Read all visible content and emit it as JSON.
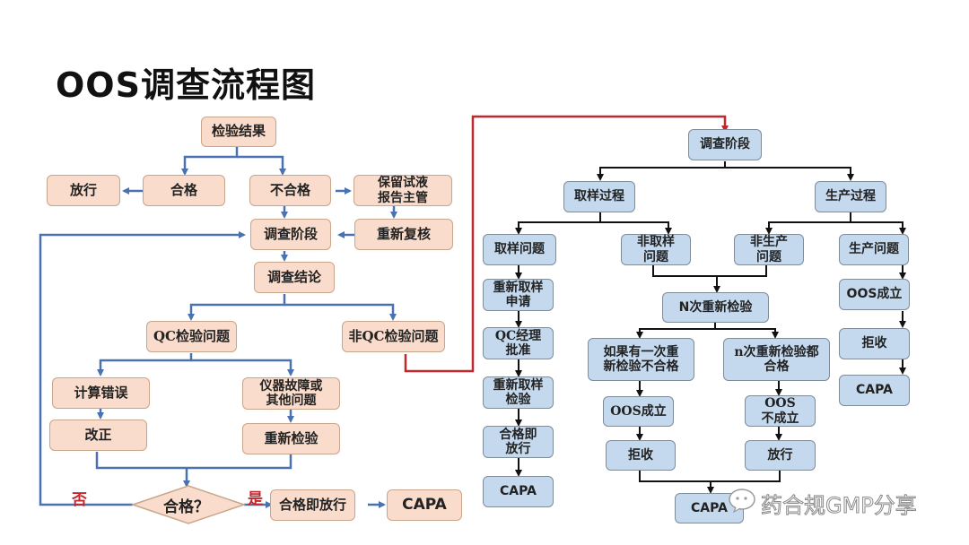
{
  "title": "OOS调查流程图",
  "colors": {
    "left_box": "#f9dccb",
    "right_box": "#c5d9ee",
    "left_line": "#4a72b0",
    "right_line": "#111111",
    "link_line": "#c0282d",
    "label_red": "#c0282d"
  },
  "left": {
    "result": "检验结果",
    "pass": "合格",
    "release": "放行",
    "fail": "不合格",
    "keep_report": "保留试液\n报告主管",
    "recheck": "重新复核",
    "investigation": "调查阶段",
    "conclusion": "调查结论",
    "qc_issue": "QC检验问题",
    "non_qc_issue": "非QC检验问题",
    "calc_error": "计算错误",
    "correct": "改正",
    "instrument": "仪器故障或\n其他问题",
    "retest": "重新检验",
    "decision": "合格？",
    "no_label": "否",
    "yes_label": "是",
    "pass_release": "合格即放行",
    "capa": "CAPA"
  },
  "right": {
    "investigation": "调查阶段",
    "sampling_process": "取样过程",
    "production_process": "生产过程",
    "sampling_issue": "取样问题",
    "non_sampling_issue": "非取样\n问题",
    "non_production_issue": "非生产\n问题",
    "production_issue": "生产问题",
    "resample_request": "重新取样\n申请",
    "qc_manager": "QC经理\n批准",
    "resample_test": "重新取样\n检验",
    "pass_release": "合格即\n放行",
    "capa_left": "CAPA",
    "n_retest": "N次重新检验",
    "one_fail": "如果有一次重\n新检验不合格",
    "all_pass": "n次重新检验都\n合格",
    "oos_confirmed": "OOS成立",
    "oos_not_confirmed": "OOS\n不成立",
    "reject": "拒收",
    "release": "放行",
    "capa_mid": "CAPA",
    "oos_confirmed_prod": "OOS成立",
    "reject_prod": "拒收",
    "capa_right": "CAPA"
  },
  "watermark": {
    "icon": "wechat-icon",
    "text": "药合规GMP分享"
  }
}
